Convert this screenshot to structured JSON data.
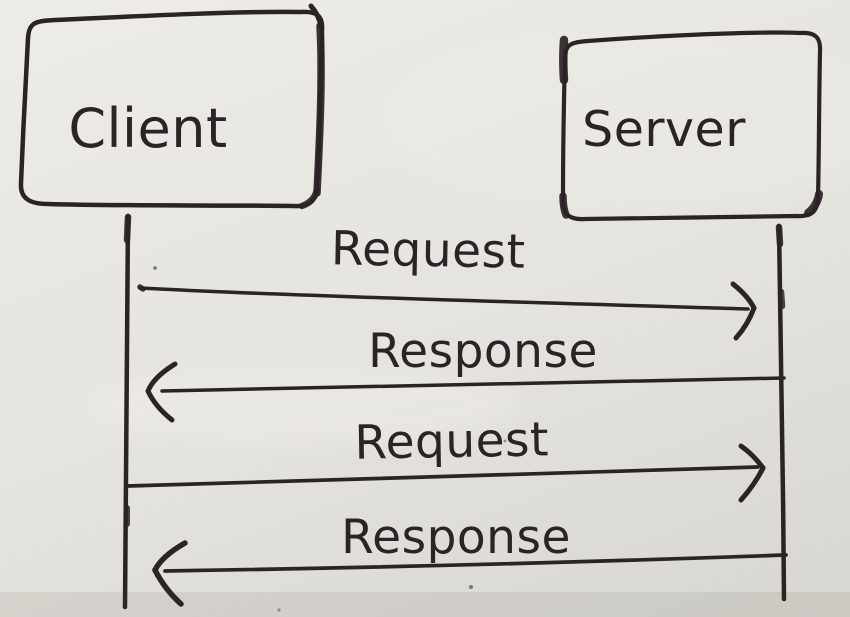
{
  "diagram": {
    "actors": [
      {
        "id": "client",
        "label": "Client"
      },
      {
        "id": "server",
        "label": "Server"
      }
    ],
    "messages": [
      {
        "label": "Request",
        "from": "client",
        "to": "server",
        "direction": "left-to-right"
      },
      {
        "label": "Response",
        "from": "server",
        "to": "client",
        "direction": "right-to-left"
      },
      {
        "label": "Request",
        "from": "client",
        "to": "server",
        "direction": "left-to-right"
      },
      {
        "label": "Response",
        "from": "server",
        "to": "client",
        "direction": "right-to-left"
      }
    ],
    "colors": {
      "ink": "#2b2326",
      "paper": "#e5e3de",
      "paper_light": "#edece7",
      "paper_shadow": "#d8d6d0"
    }
  }
}
